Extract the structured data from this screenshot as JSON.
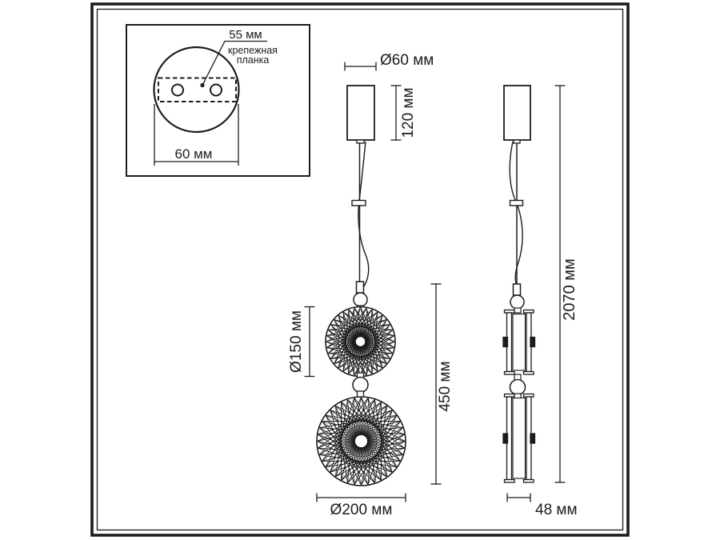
{
  "drawing": {
    "inset": {
      "plate_width_label": "55 мм",
      "plate_name_line1": "крепежная",
      "plate_name_line2": "планка",
      "base_diameter_label": "60 мм"
    },
    "front_view": {
      "canopy_diameter_label": "Ø60 мм",
      "canopy_height_label": "120 мм",
      "top_disc_diameter_label": "Ø150 мм",
      "shades_height_label": "450 мм",
      "bottom_disc_diameter_label": "Ø200 мм"
    },
    "side_view": {
      "total_height_label": "2070 мм",
      "width_label": "48 мм"
    },
    "colors": {
      "line": "#1c1c1c",
      "background": "#ffffff"
    }
  }
}
